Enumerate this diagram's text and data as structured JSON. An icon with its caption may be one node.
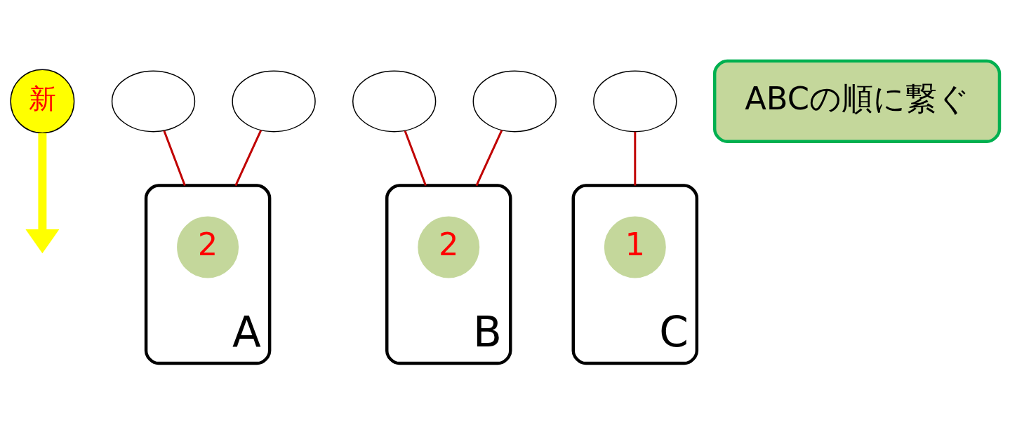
{
  "diagram": {
    "nodes": [
      {
        "text": [
          "新"
        ]
      },
      {
        "text": [],
        "shape": "circle"
      },
      {
        "text": [],
        "shape": "circle"
      },
      {
        "text": [],
        "shape": "circle"
      },
      {
        "text": [],
        "shape": "circle"
      },
      {
        "text": [],
        "shape": "circle"
      },
      {
        "text": [
          "ABCの順に繋ぐ"
        ]
      },
      {
        "text": [
          "A"
        ]
      },
      {
        "text": [
          "2"
        ],
        "in": 7
      },
      {
        "text": [
          "B"
        ]
      },
      {
        "text": [
          "2"
        ],
        "in": 9
      },
      {
        "text": [
          "C"
        ]
      },
      {
        "text": [
          "1"
        ],
        "in": 11
      }
    ],
    "edges": [
      {
        "from": 1,
        "to": 7,
        "arrow": "none",
        "color": "#c00000"
      },
      {
        "from": 2,
        "to": 7,
        "arrow": "none",
        "color": "#c00000"
      },
      {
        "from": 3,
        "to": 9,
        "arrow": "none",
        "color": "#c00000"
      },
      {
        "from": 4,
        "to": 9,
        "arrow": "none",
        "color": "#c00000"
      },
      {
        "from": 5,
        "to": 11,
        "arrow": "none",
        "color": "#c00000"
      },
      {
        "from": 0,
        "to": null,
        "arrow": "to",
        "style": "thick",
        "color": "#ffff00"
      }
    ]
  }
}
